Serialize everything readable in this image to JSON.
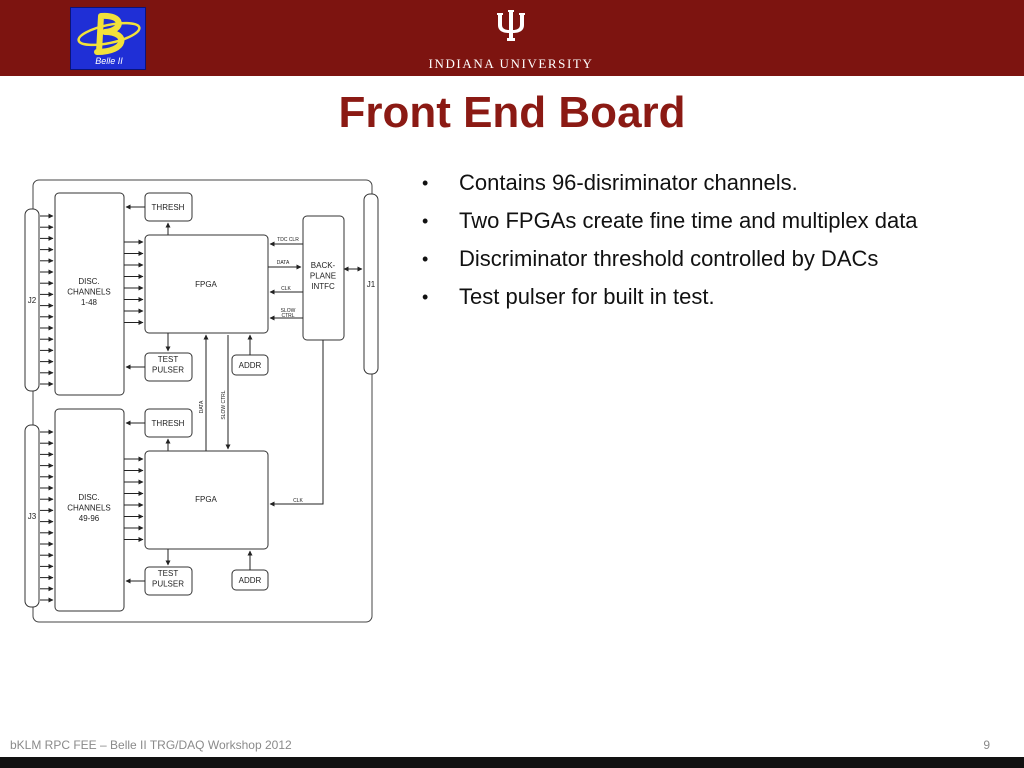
{
  "header": {
    "logo_text": "Belle II",
    "university": "INDIANA UNIVERSITY",
    "colors": {
      "header_bg": "#7d1410",
      "title": "#8b1a14",
      "logo_bg": "#1f2fd6",
      "logo_letter": "#f2e23a"
    }
  },
  "title": "Front End Board",
  "diagram": {
    "blocks": {
      "disc1": "DISC.|CHANNELS|1-48",
      "disc2": "DISC.|CHANNELS|49-96",
      "thresh": "THRESH",
      "fpga": "FPGA",
      "test_pulser": "TEST|PULSER",
      "addr": "ADDR",
      "backplane": "BACK-|PLANE|INTFC"
    },
    "connectors": {
      "j1": "J1",
      "j2": "J2",
      "j3": "J3"
    },
    "signals": {
      "tdc_clr": "TDC CLR",
      "data": "DATA",
      "clk": "CLK",
      "slow_ctrl": "SLOW|CTRL",
      "slow_ctrl_vertical": "SLOW CTRL"
    }
  },
  "bullets": [
    "Contains 96-disriminator channels.",
    "Two FPGAs create fine time and multiplex data",
    "Discriminator threshold controlled by DACs",
    "Test pulser for built in test."
  ],
  "footer": {
    "text": "bKLM RPC FEE – Belle II TRG/DAQ Workshop 2012",
    "page": "9"
  }
}
